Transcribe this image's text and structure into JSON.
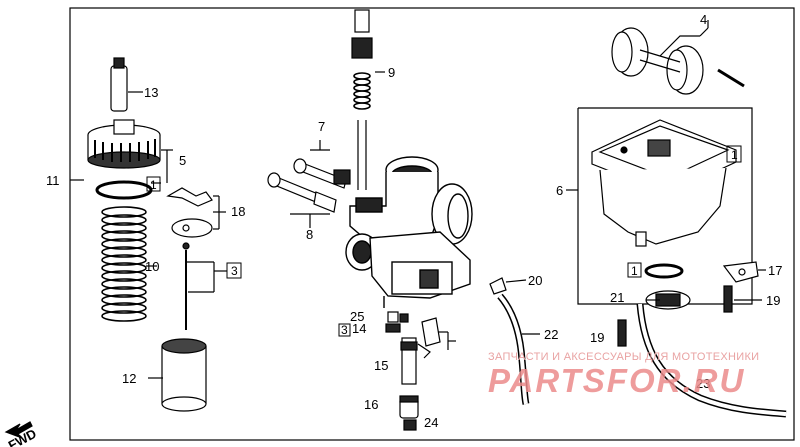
{
  "labels": {
    "l1": "1",
    "l1b": "1",
    "l1c": "1",
    "l3": "3",
    "l3b": "3",
    "l4": "4",
    "l5": "5",
    "l6": "6",
    "l7": "7",
    "l8": "8",
    "l9": "9",
    "l10": "10",
    "l11": "11",
    "l12": "12",
    "l13": "13",
    "l14": "14",
    "l15": "15",
    "l16": "16",
    "l17": "17",
    "l18": "18",
    "l19a": "19",
    "l19b": "19",
    "l20": "20",
    "l21": "21",
    "l22": "22",
    "l23": "23",
    "l24": "24",
    "l25": "25"
  },
  "fwd": "FWD",
  "watermark": {
    "top": "ЗАПЧАСТИ И АКСЕССУАРЫ ДЛЯ МОТОТЕХНИКИ",
    "brand": "PARTSFOR.RU",
    "color": "#ec8b8b"
  }
}
